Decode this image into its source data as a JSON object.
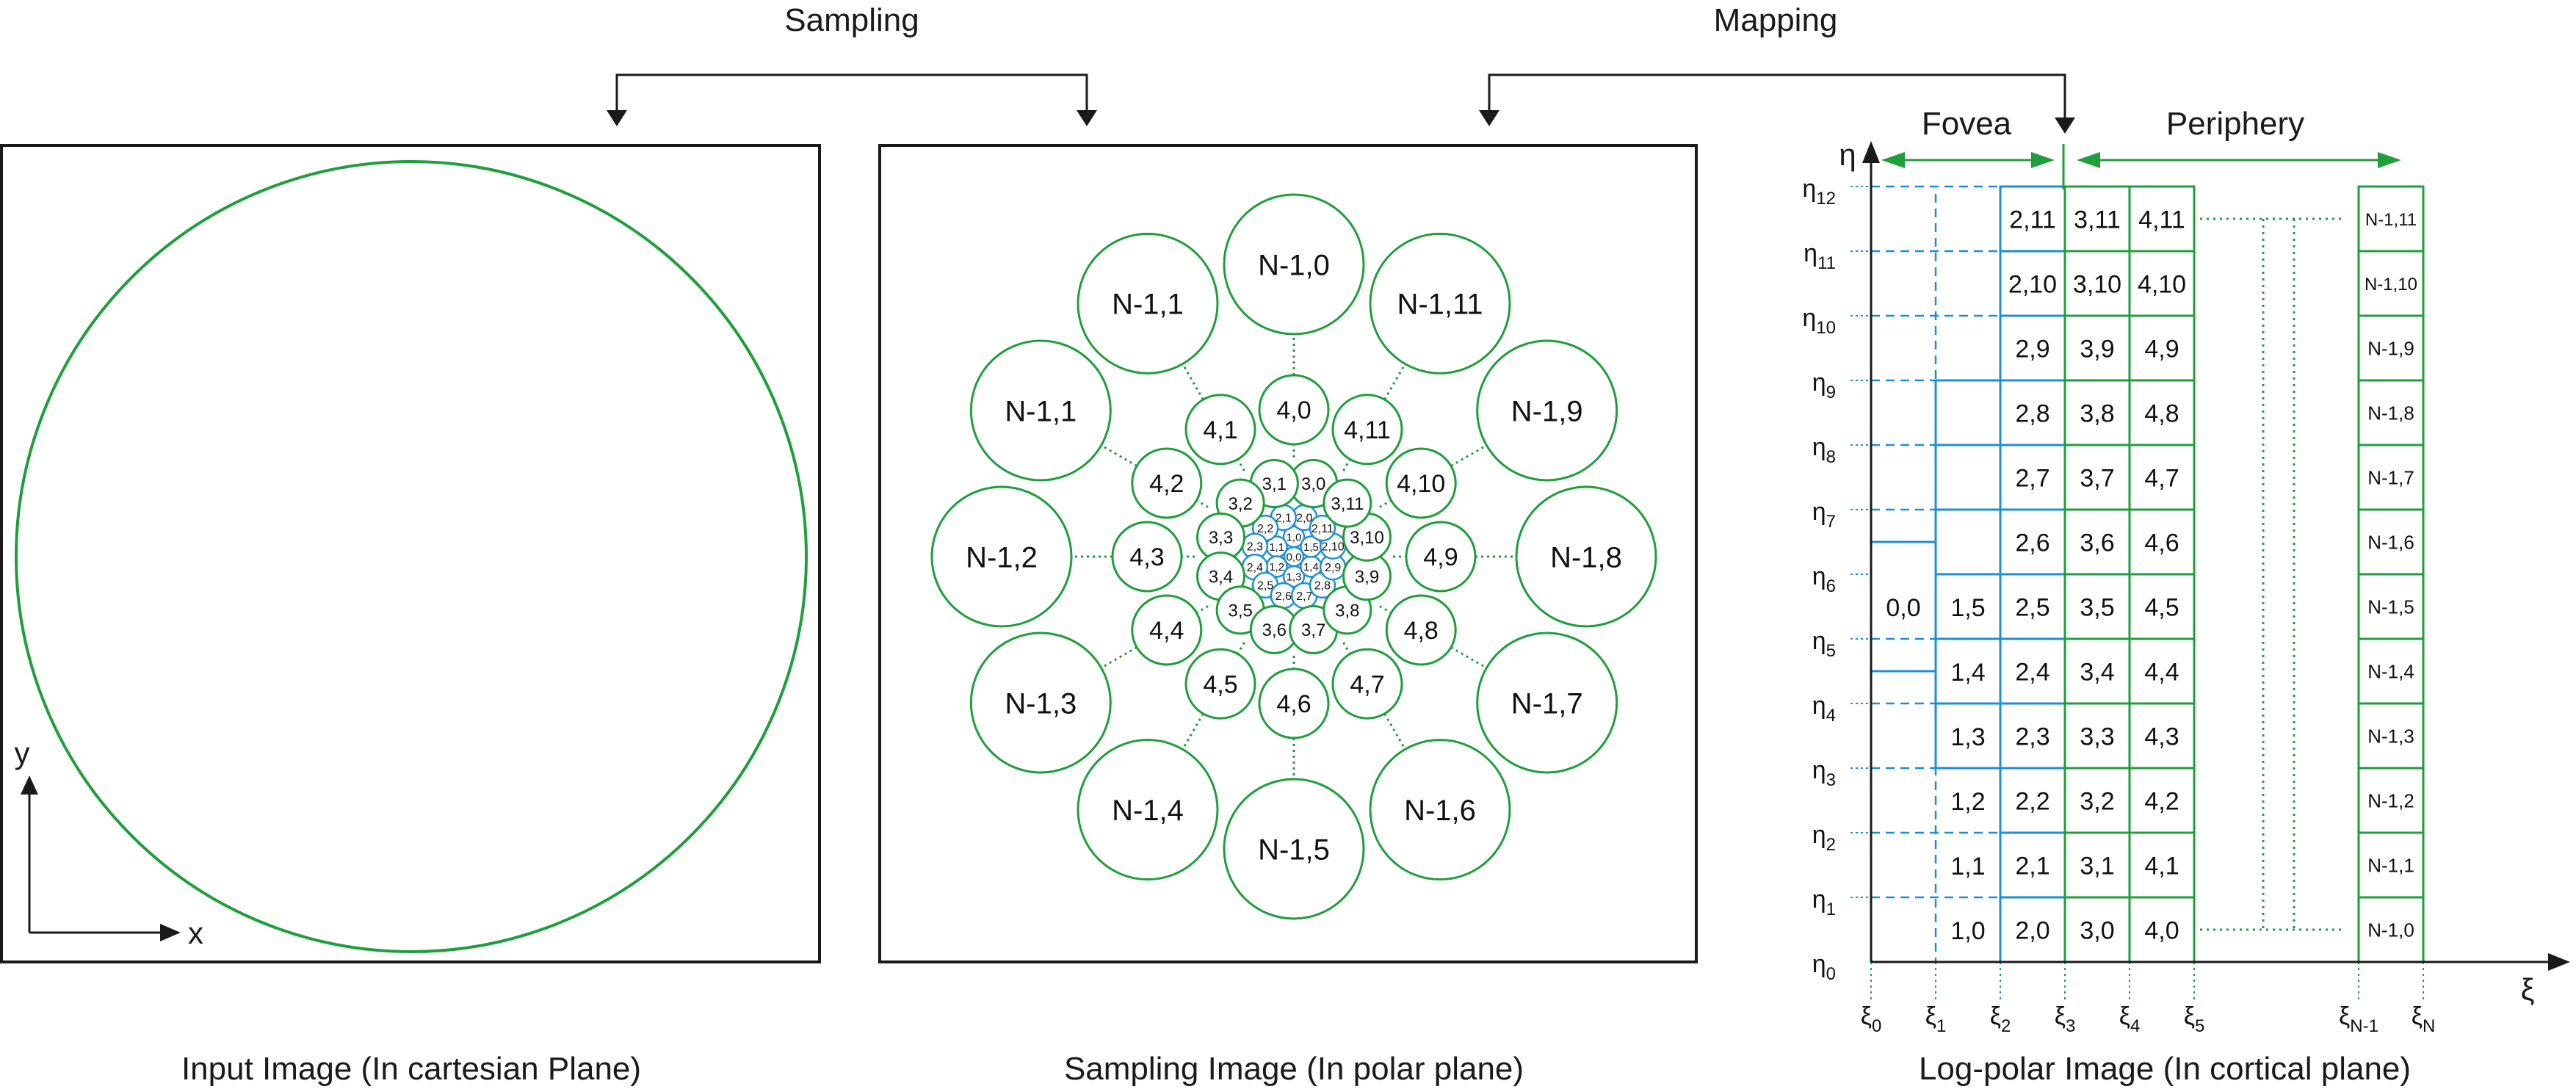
{
  "titles": {
    "sampling": "Sampling",
    "mapping": "Mapping",
    "fovea": "Fovea",
    "periphery": "Periphery"
  },
  "captions": {
    "input": "Input Image (In cartesian Plane)",
    "sampling": "Sampling Image (In polar plane)",
    "logpolar": "Log-polar Image (In cortical plane)"
  },
  "axes": {
    "x": "x",
    "y": "y",
    "eta": "η",
    "xi": "ξ"
  },
  "colors": {
    "green": "#1f9e3c",
    "blue": "#1b8fd8",
    "ink": "#1a1a1a"
  },
  "polar_rings": [
    {
      "ring": 0,
      "color": "blue",
      "labels": [
        "0,0"
      ]
    },
    {
      "ring": 1,
      "color": "blue",
      "labels": [
        "1,0",
        "1,1",
        "1,2",
        "1,3",
        "1,4",
        "1,5"
      ]
    },
    {
      "ring": 2,
      "color": "blue",
      "labels": [
        "2,0",
        "2,1",
        "2,2",
        "2,3",
        "2,4",
        "2,5",
        "2,6",
        "2,7",
        "2,8",
        "2,9",
        "2,10",
        "2,11"
      ]
    },
    {
      "ring": 3,
      "color": "green",
      "labels": [
        "3,0",
        "3,1",
        "3,2",
        "3,3",
        "3,4",
        "3,5",
        "3,6",
        "3,7",
        "3,8",
        "3,9",
        "3,10",
        "3,11"
      ]
    },
    {
      "ring": 4,
      "color": "green",
      "labels": [
        "4,0",
        "4,1",
        "4,2",
        "4,3",
        "4,4",
        "4,5",
        "4,6",
        "4,7",
        "4,8",
        "4,9",
        "4,10",
        "4,11"
      ]
    },
    {
      "ring": 5,
      "color": "green",
      "labels": [
        "N-1,0",
        "N-1,1",
        "N-1,1",
        "N-1,2",
        "N-1,3",
        "N-1,4",
        "N-1,5",
        "N-1,6",
        "N-1,7",
        "N-1,8",
        "N-1,9",
        "N-1,11"
      ]
    }
  ],
  "cortical": {
    "eta_labels": [
      "η0",
      "η1",
      "η2",
      "η3",
      "η4",
      "η5",
      "η6",
      "η7",
      "η8",
      "η9",
      "η10",
      "η11",
      "η12"
    ],
    "xi_labels": [
      "ξ0",
      "ξ1",
      "ξ2",
      "ξ3",
      "ξ4",
      "ξ5",
      "ξN-1",
      "ξN"
    ],
    "fovea_cells": [
      {
        "text": "0,0",
        "col": 0,
        "row": 5.5
      },
      {
        "text": "1,0",
        "col": 1,
        "row": 3
      },
      {
        "text": "1,1",
        "col": 1,
        "row": 4
      },
      {
        "text": "1,2",
        "col": 1,
        "row": 5
      },
      {
        "text": "1,3",
        "col": 1,
        "row": 6
      },
      {
        "text": "1,4",
        "col": 1,
        "row": 7
      },
      {
        "text": "1,5",
        "col": 1,
        "row": 8
      }
    ],
    "grid_columns": [
      {
        "col": 2,
        "color": "blue",
        "cells": [
          "2,0",
          "2,1",
          "2,2",
          "2,3",
          "2,4",
          "2,5",
          "2,6",
          "2,7",
          "2,8",
          "2,9",
          "2,10",
          "2,11"
        ]
      },
      {
        "col": 3,
        "color": "green",
        "cells": [
          "3,0",
          "3,1",
          "3,2",
          "3,3",
          "3,4",
          "3,5",
          "3,6",
          "3,7",
          "3,8",
          "3,9",
          "3,10",
          "3,11"
        ]
      },
      {
        "col": 4,
        "color": "green",
        "cells": [
          "4,0",
          "4,1",
          "4,2",
          "4,3",
          "4,4",
          "4,5",
          "4,6",
          "4,7",
          "4,8",
          "4,9",
          "4,10",
          "4,11"
        ]
      },
      {
        "col": "N-1",
        "color": "green",
        "cells": [
          "N-1,0",
          "N-1,1",
          "N-1,2",
          "N-1,3",
          "N-1,4",
          "N-1,5",
          "N-1,6",
          "N-1,7",
          "N-1,8",
          "N-1,9",
          "N-1,10",
          "N-1,11"
        ]
      }
    ]
  }
}
